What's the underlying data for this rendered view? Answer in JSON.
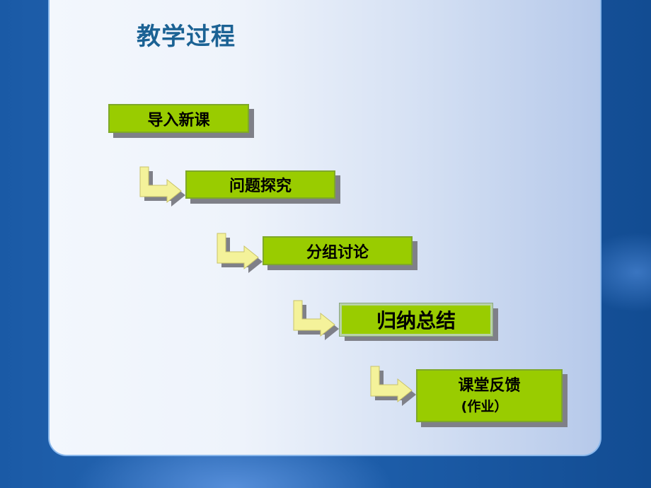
{
  "slide": {
    "title": "教学过程",
    "steps": [
      {
        "label": "导入新课",
        "sublabel": ""
      },
      {
        "label": "问题探究",
        "sublabel": ""
      },
      {
        "label": "分组讨论",
        "sublabel": ""
      },
      {
        "label": "归纳总结",
        "sublabel": ""
      },
      {
        "label": "课堂反馈",
        "sublabel": "(作业）"
      }
    ],
    "colors": {
      "box_fill": "#99cc00",
      "box_shadow": "#7f8088",
      "arrow_fill": "#f4f29a",
      "title_color": "#1b6294",
      "background": "#1a5aa6"
    }
  }
}
